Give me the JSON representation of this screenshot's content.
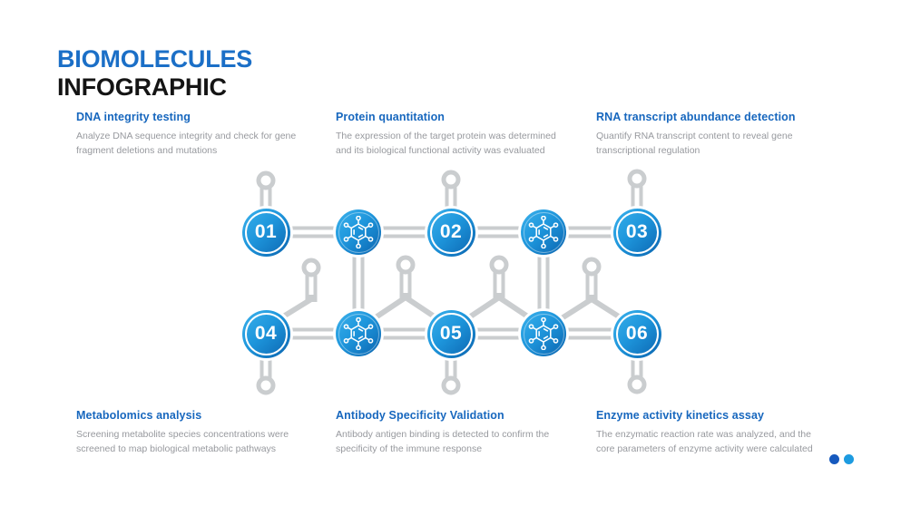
{
  "title": {
    "line1": "BIOMOLECULES",
    "line2": "INFOGRAPHIC"
  },
  "sections": [
    {
      "title": "DNA integrity testing",
      "desc": "Analyze DNA sequence integrity and check for gene fragment deletions and mutations"
    },
    {
      "title": "Protein quantitation",
      "desc": "The expression of the target protein was determined and its biological functional activity was evaluated"
    },
    {
      "title": "RNA transcript abundance detection",
      "desc": "Quantify RNA transcript content to reveal gene transcriptional regulation"
    },
    {
      "title": "Metabolomics analysis",
      "desc": "Screening metabolite species concentrations were screened to map biological metabolic pathways"
    },
    {
      "title": "Antibody Specificity Validation",
      "desc": "Antibody antigen binding is detected to confirm the specificity of the immune response"
    },
    {
      "title": "Enzyme activity kinetics assay",
      "desc": "The enzymatic reaction rate was analyzed, and the core parameters of enzyme activity were calculated"
    }
  ],
  "diagram": {
    "numbers": [
      "01",
      "02",
      "03",
      "04",
      "05",
      "06"
    ],
    "molecule_icon": "molecule-icon",
    "colors": {
      "connector": "#CACDCF",
      "node_gradient_light": "#3BB1EB",
      "node_gradient_dark": "#0B63AE",
      "node_ring": "#FFFFFF"
    }
  },
  "footer": {
    "dot_colors": [
      "#1659BE",
      "#1D9BE0"
    ]
  },
  "accent_colors": {
    "title_blue": "#1B6FC7",
    "heading_blue": "#1767BE",
    "body_gray": "#97999E"
  }
}
